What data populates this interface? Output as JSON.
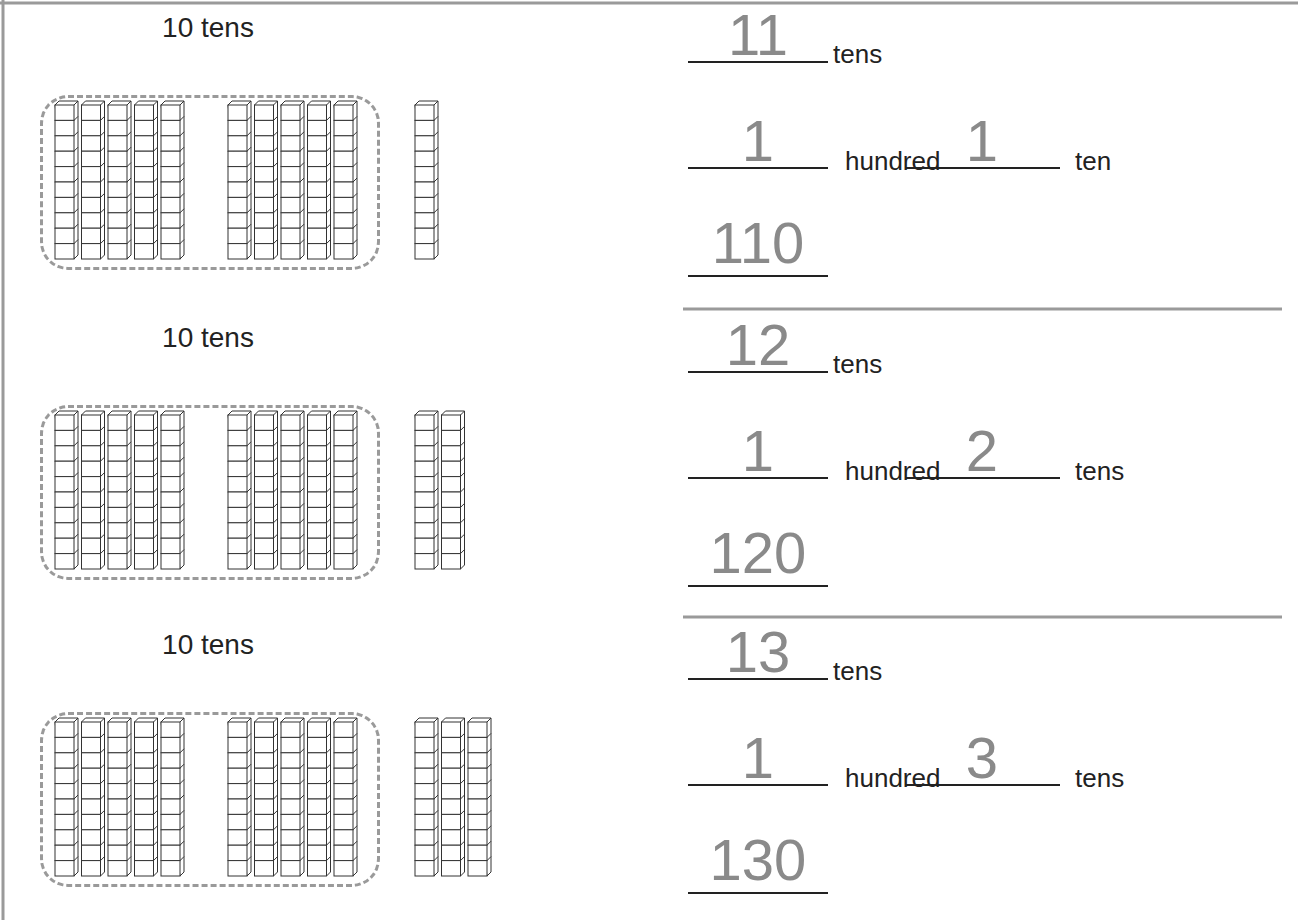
{
  "diagram": {
    "nodes": [
      {
        "text": [
          "10 tens"
        ]
      },
      {
        "text": [
          "10 tens"
        ]
      },
      {
        "text": [
          "10 tens"
        ]
      }
    ],
    "labels": [
      "11",
      "tens",
      "1",
      "hundred",
      "1",
      "ten",
      "110",
      "12",
      "tens",
      "1",
      "hundred",
      "2",
      "tens",
      "120",
      "13",
      "tens",
      "1",
      "hundred",
      "3",
      "tens",
      "130"
    ]
  }
}
